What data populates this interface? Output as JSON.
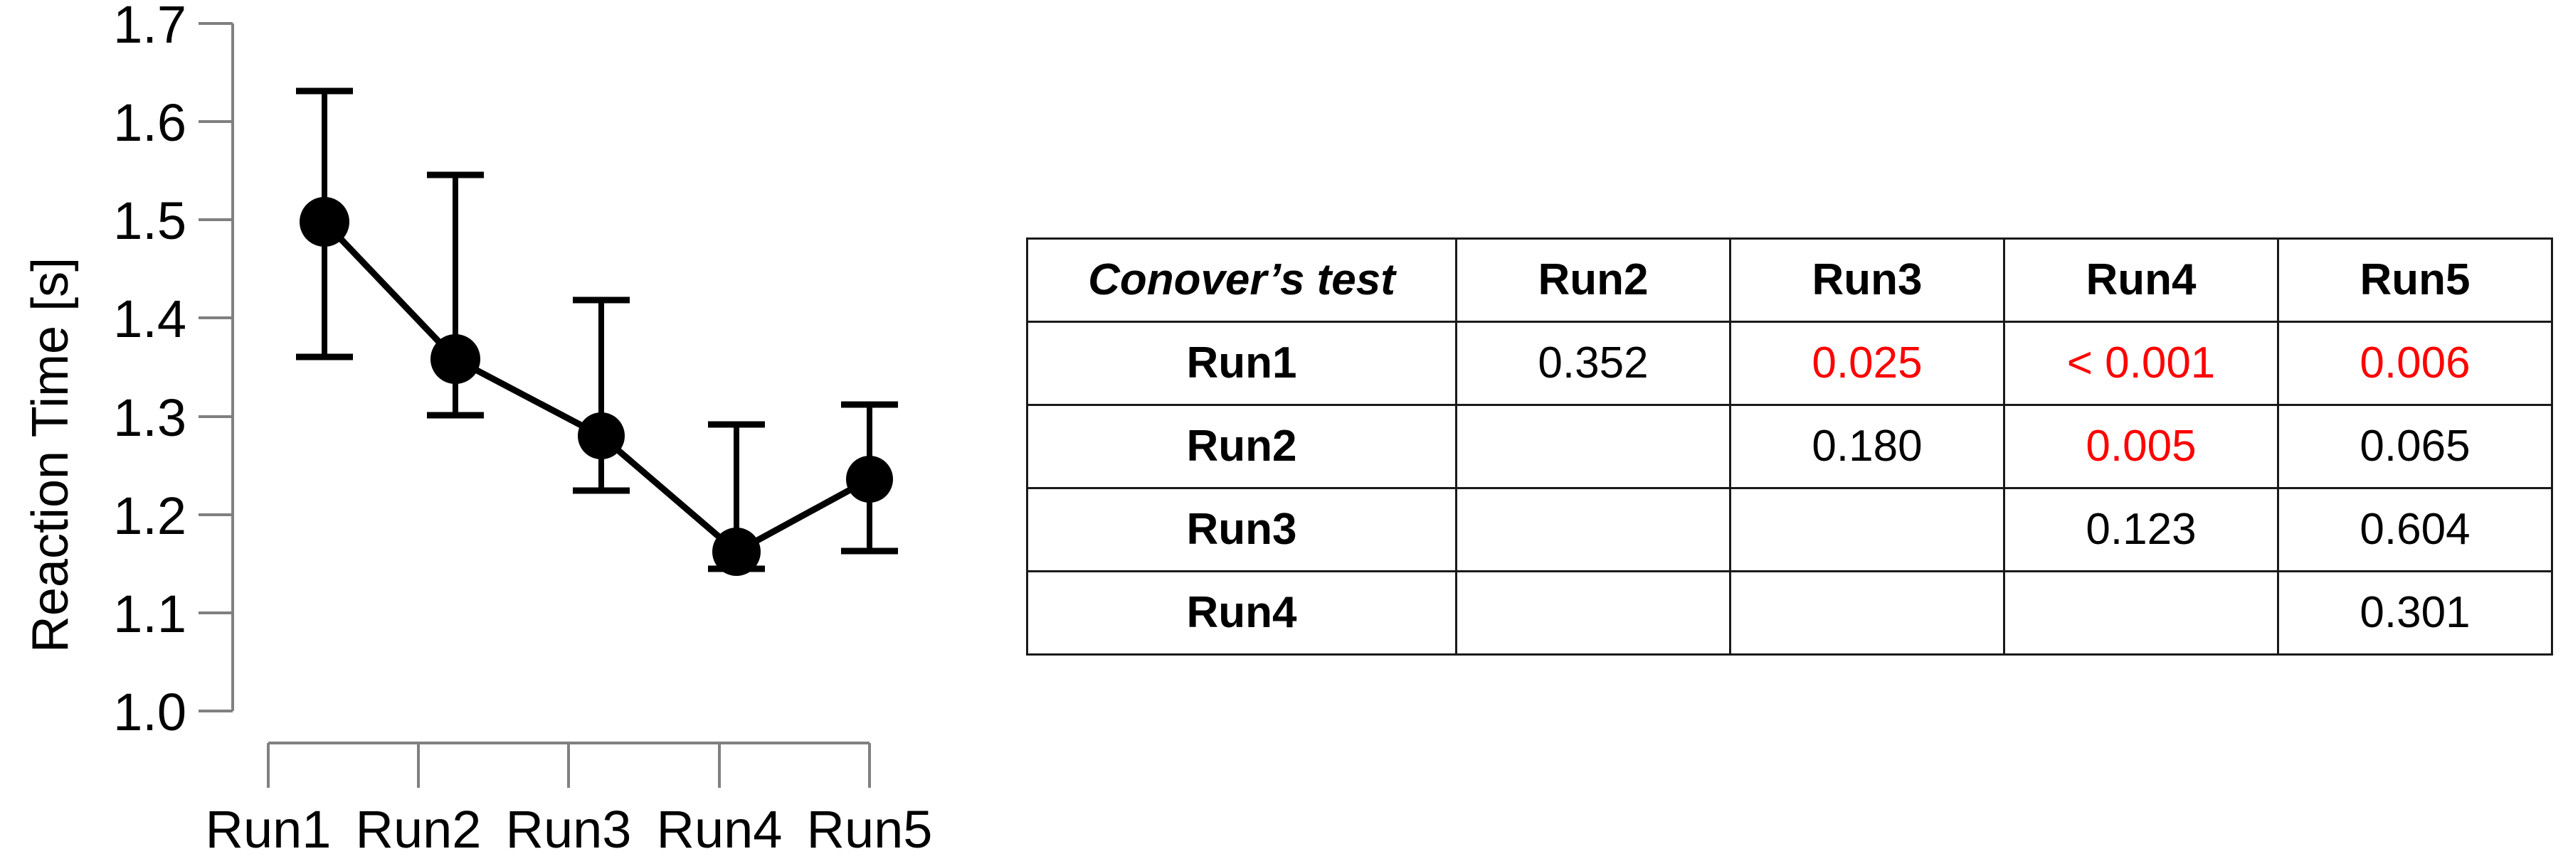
{
  "chart_data": {
    "type": "line",
    "title": "",
    "xlabel": "",
    "ylabel": "Reaction Time [s]",
    "categories": [
      "Run1",
      "Run2",
      "Run3",
      "Run4",
      "Run5"
    ],
    "values": [
      1.502,
      1.362,
      1.284,
      1.166,
      1.24
    ],
    "error_upper": [
      1.655,
      1.485,
      1.34,
      1.232,
      1.312
    ],
    "error_lower": [
      1.355,
      1.24,
      1.218,
      1.098,
      1.163
    ],
    "ylim": [
      1.0,
      1.7
    ],
    "ytick_labels": [
      "1.7",
      "1.6",
      "1.5",
      "1.4",
      "1.3",
      "1.2",
      "1.1",
      "1.0"
    ],
    "ytick_values": [
      1.7,
      1.6,
      1.5,
      1.4,
      1.3,
      1.2,
      1.1,
      1.0
    ],
    "grid": false,
    "legend": "none",
    "marker": "filled-circle",
    "series_color": "#000000",
    "axis_color": "#808080"
  },
  "table": {
    "corner_header": "Conover’s test",
    "column_headers": [
      "Run2",
      "Run3",
      "Run4",
      "Run5"
    ],
    "row_headers": [
      "Run1",
      "Run2",
      "Run3",
      "Run4"
    ],
    "significant_color": "#ff0000",
    "normal_color": "#000000",
    "rows": [
      {
        "label": "Run1",
        "cells": [
          {
            "text": "0.352",
            "significant": false
          },
          {
            "text": "0.025",
            "significant": true
          },
          {
            "text": "< 0.001",
            "significant": true
          },
          {
            "text": "0.006",
            "significant": true
          }
        ]
      },
      {
        "label": "Run2",
        "cells": [
          {
            "text": "",
            "significant": false
          },
          {
            "text": "0.180",
            "significant": false
          },
          {
            "text": "0.005",
            "significant": true
          },
          {
            "text": "0.065",
            "significant": false
          }
        ]
      },
      {
        "label": "Run3",
        "cells": [
          {
            "text": "",
            "significant": false
          },
          {
            "text": "",
            "significant": false
          },
          {
            "text": "0.123",
            "significant": false
          },
          {
            "text": "0.604",
            "significant": false
          }
        ]
      },
      {
        "label": "Run4",
        "cells": [
          {
            "text": "",
            "significant": false
          },
          {
            "text": "",
            "significant": false
          },
          {
            "text": "",
            "significant": false
          },
          {
            "text": "0.301",
            "significant": false
          }
        ]
      }
    ]
  }
}
